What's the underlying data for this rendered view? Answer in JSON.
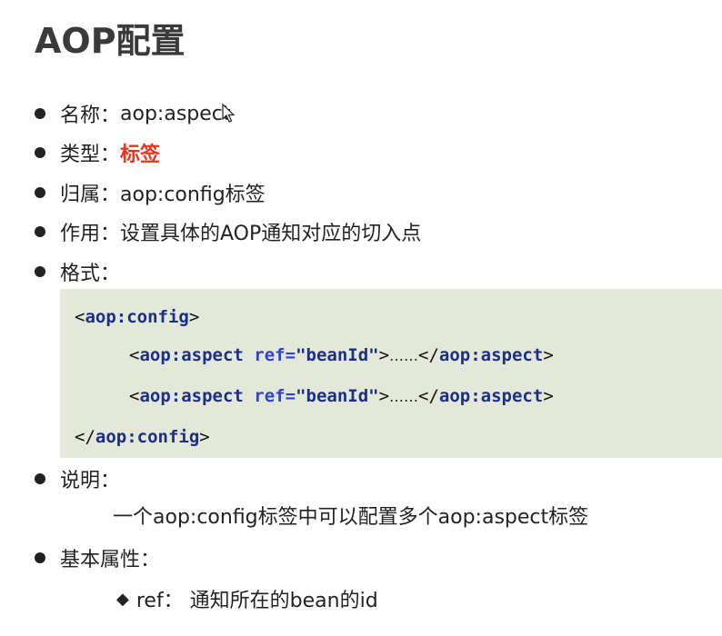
{
  "slide": {
    "title": "AOP配置",
    "items": [
      {
        "label": "名称：",
        "value": "aop:aspect"
      },
      {
        "label": "类型：",
        "value": "标签"
      },
      {
        "label": "归属：",
        "value": "aop:config标签"
      },
      {
        "label": "作用：",
        "value": "设置具体的AOP通知对应的切入点"
      },
      {
        "label": "格式：",
        "value": ""
      },
      {
        "label": "说明：",
        "value": ""
      },
      {
        "label": "基本属性：",
        "value": ""
      }
    ],
    "code": {
      "line1": {
        "open": "<",
        "tag": "aop:config",
        "close": ">"
      },
      "aspect": {
        "open": "<",
        "tag": "aop:aspect",
        "attr": "ref=",
        "value": "\"beanId\"",
        "gt": ">",
        "dots": "……",
        "close_open": "</",
        "close_tag": "aop:aspect",
        "close_gt": ">"
      },
      "line4": {
        "open": "</",
        "tag": "aop:config",
        "close": ">"
      }
    },
    "note_text": "一个aop:config标签中可以配置多个aop:aspect标签",
    "sub_item": {
      "marker": "◆",
      "text": "ref： 通知所在的bean的id"
    },
    "colors": {
      "accent": "#e8341c",
      "code_bg": "#e4e8d8",
      "tag": "#1a2f86",
      "attr": "#2f44c8"
    },
    "icons": [
      "bullet-dot-icon",
      "mouse-cursor-icon",
      "diamond-icon"
    ]
  }
}
